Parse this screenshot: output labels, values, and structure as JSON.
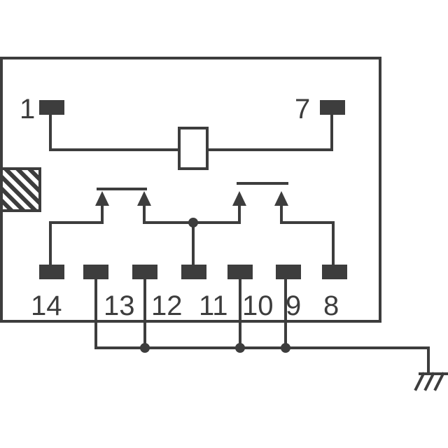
{
  "colors": {
    "ink": "#3d3d3d",
    "background": "#ffffff"
  },
  "pins": {
    "p1": "1",
    "p7": "7",
    "p14": "14",
    "p13": "13",
    "p12": "12",
    "p11": "11",
    "p10": "10",
    "p9": "9",
    "p8": "8"
  }
}
